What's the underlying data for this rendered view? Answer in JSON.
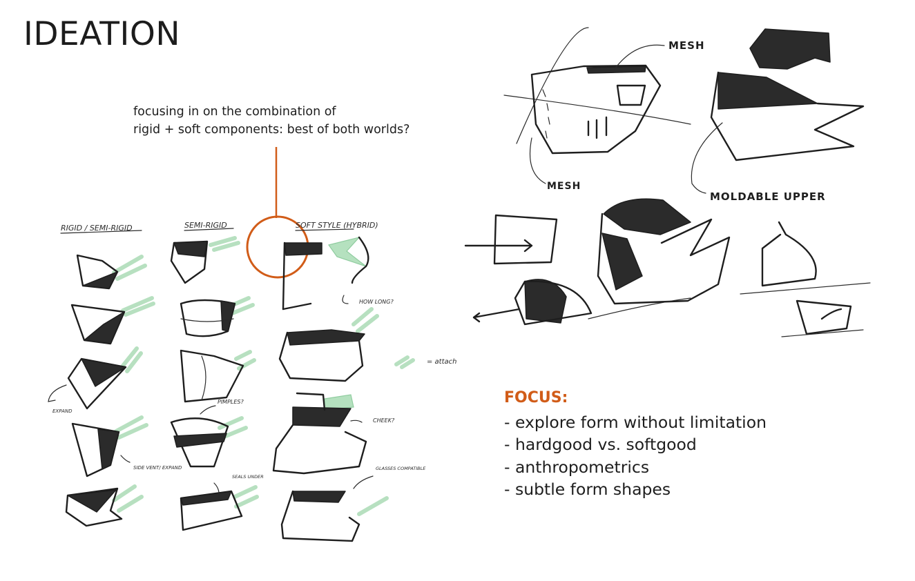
{
  "title": "IDEATION",
  "callout": {
    "line1": "focusing in on the combination of",
    "line2": "rigid + soft components: best of both worlds?",
    "accent_color": "#d15c18"
  },
  "columns": {
    "rigid": "RIGID / SEMI-RIGID",
    "semi": "SEMI-RIGID",
    "hybrid": "SOFT STYLE (HYBRID)"
  },
  "annotations": {
    "how_long": "HOW LONG?",
    "attach": "= attach",
    "expand": "EXPAND",
    "pimples": "PIMPLES?",
    "cheek": "CHEEK?",
    "side_vent": "SIDE VENT/ EXPAND",
    "seals_under": "SEALS UNDER",
    "glasses": "GLASSES COMPATIBLE",
    "mesh_top": "MESH",
    "mesh_bottom": "MESH",
    "moldable_upper": "MOLDABLE UPPER"
  },
  "focus": {
    "heading": "FOCUS:",
    "heading_color": "#d15c18",
    "items": [
      "- explore form without limitation",
      "- hardgood vs. softgood",
      "- anthropometrics",
      "- subtle form shapes"
    ]
  }
}
